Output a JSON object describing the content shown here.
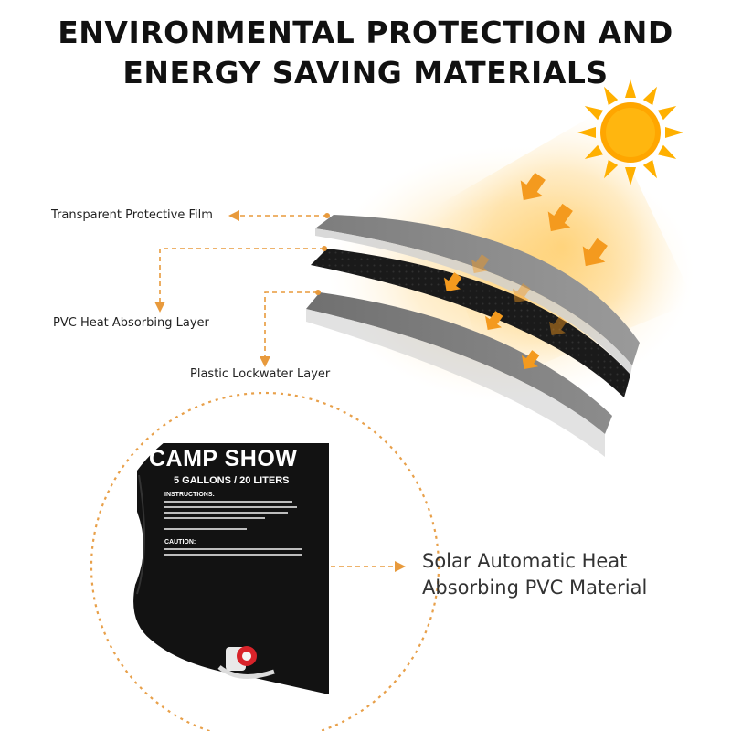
{
  "heading": {
    "line1": "ENVIRONMENTAL PROTECTION AND",
    "line2": "ENERGY SAVING MATERIALS"
  },
  "layers": [
    {
      "label": "Transparent Protective Film"
    },
    {
      "label": "PVC Heat  Absorbing Layer"
    },
    {
      "label": "Plastic Lockwater Layer"
    }
  ],
  "callout": {
    "line1": "Solar Automatic Heat",
    "line2": "Absorbing PVC Material"
  },
  "bag": {
    "title": "CAMP SHOW",
    "capacity": "5 GALLONS / 20 LITERS",
    "instructions_heading": "INSTRUCTIONS:",
    "caution_heading": "CAUTION:"
  },
  "colors": {
    "accent": "#f0a030",
    "sun": "#ffb000",
    "arrow": "#f49a1e"
  },
  "icons": [
    "sun-icon",
    "heat-arrow-icon",
    "shower-bag"
  ]
}
